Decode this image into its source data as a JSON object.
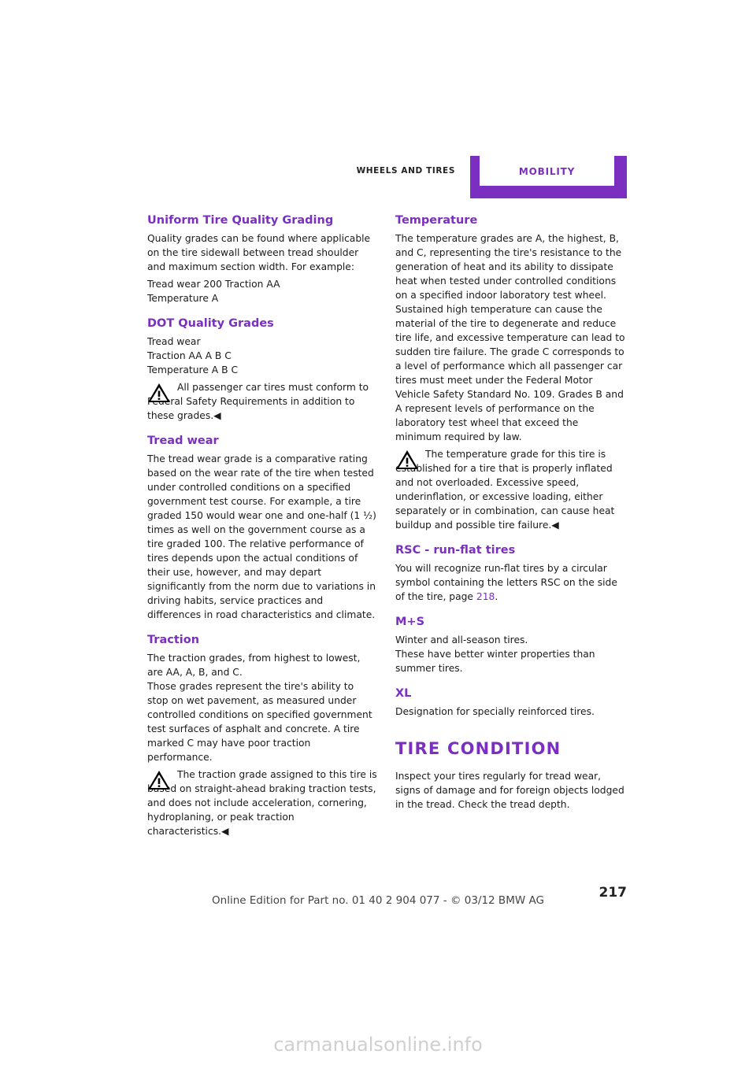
{
  "header": {
    "section": "WHEELS AND TIRES",
    "chapter": "MOBILITY"
  },
  "left": {
    "utqg_title": "Uniform Tire Quality Grading",
    "utqg_p1": "Quality grades can be found where applicable on the tire sidewall between tread shoulder and maximum section width. For example:",
    "utqg_ex1": "Tread wear 200 Traction AA",
    "utqg_ex2": "Temperature A",
    "dot_title": "DOT Quality Grades",
    "dot_l1": "Tread wear",
    "dot_l2": "Traction AA A B C",
    "dot_l3": "Temperature A B C",
    "dot_warn": "All passenger car tires must conform to Federal Safety Requirements in addition to these grades.◀",
    "treadwear_title": "Tread wear",
    "treadwear_p": "The tread wear grade is a comparative rating based on the wear rate of the tire when tested under controlled conditions on a specified government test course. For example, a tire graded 150 would wear one and one-half (1 ½) times as well on the government course as a tire graded 100. The relative performance of tires depends upon the actual conditions of their use, however, and may depart significantly from the norm due to variations in driving habits, service practices and differences in road characteristics and climate.",
    "traction_title": "Traction",
    "traction_p1": "The traction grades, from highest to lowest, are AA, A, B, and C.",
    "traction_p2": "Those grades represent the tire's ability to stop on wet pavement, as measured under controlled conditions on specified government test surfaces of asphalt and concrete. A tire marked C may have poor traction performance.",
    "traction_warn": "The traction grade assigned to this tire is based on straight-ahead braking traction tests, and does not include acceleration, cornering, hydroplaning, or peak traction characteristics.◀"
  },
  "right": {
    "temp_title": "Temperature",
    "temp_p": "The temperature grades are A, the highest, B, and C, representing the tire's resistance to the generation of heat and its ability to dissipate heat when tested under controlled conditions on a specified indoor laboratory test wheel. Sustained high temperature can cause the material of the tire to degenerate and reduce tire life, and excessive temperature can lead to sudden tire failure. The grade C corresponds to a level of performance which all passenger car tires must meet under the Federal Motor Vehicle Safety Standard No. 109. Grades B and A represent levels of performance on the laboratory test wheel that exceed the minimum required by law.",
    "temp_warn": "The temperature grade for this tire is established for a tire that is properly inflated and not overloaded. Excessive speed, underinflation, or excessive loading, either separately or in combination, can cause heat buildup and possible tire failure.◀",
    "rsc_title": "RSC - run-flat tires",
    "rsc_p": "You will recognize run-flat tires by a circular symbol containing the letters RSC on the side of the tire, page ",
    "rsc_page": "218",
    "rsc_end": ".",
    "ms_title": "M+S",
    "ms_p1": "Winter and all-season tires.",
    "ms_p2": "These have better winter properties than summer tires.",
    "xl_title": "XL",
    "xl_p": "Designation for specially reinforced tires.",
    "cond_title": "TIRE CONDITION",
    "cond_p": "Inspect your tires regularly for tread wear, signs of damage and for foreign objects lodged in the tread. Check the tread depth."
  },
  "page_number": "217",
  "footer": "Online Edition for Part no. 01 40 2 904 077 - © 03/12 BMW AG",
  "watermark": "carmanualsonline.info",
  "colors": {
    "accent": "#7b2fc1"
  },
  "icons": [
    "warning-triangle-icon"
  ]
}
